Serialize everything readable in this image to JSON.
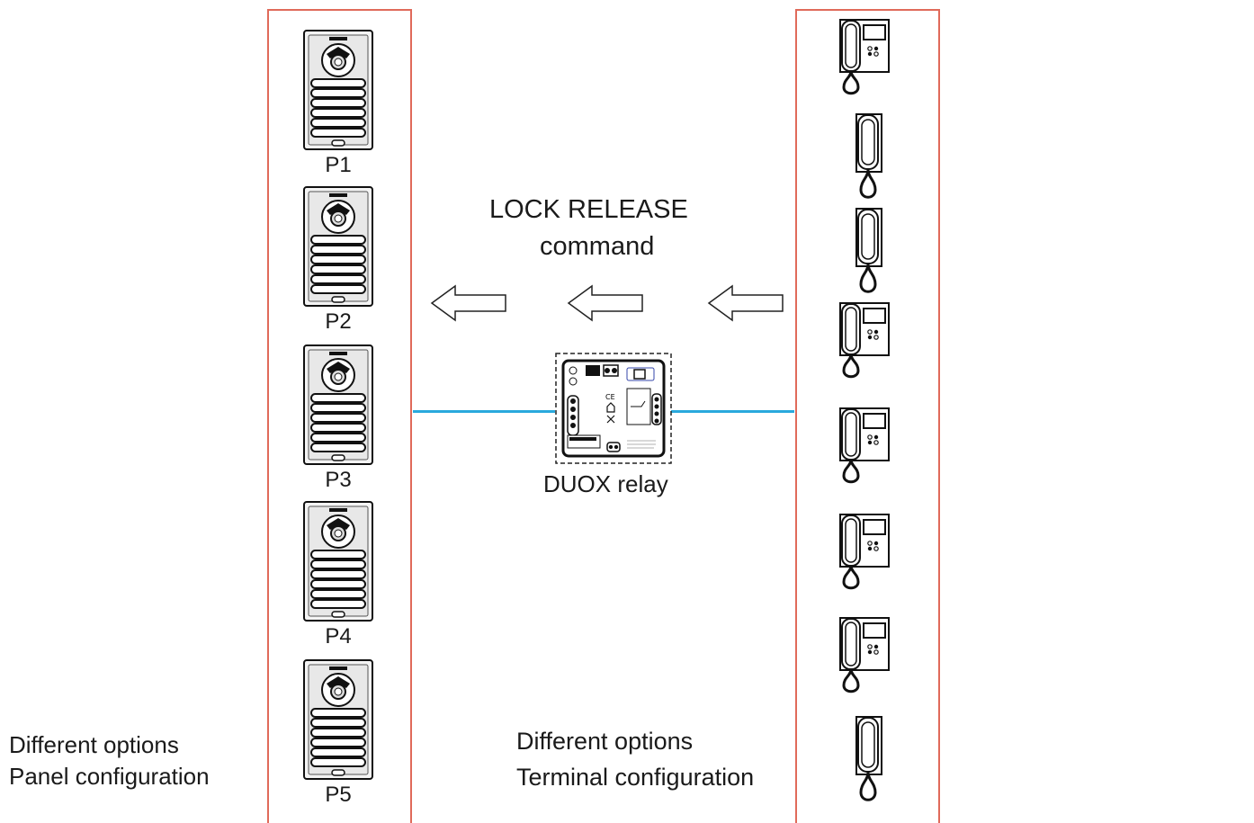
{
  "panels": [
    {
      "label": "P1",
      "icon": "door-panel-icon"
    },
    {
      "label": "P2",
      "icon": "door-panel-icon"
    },
    {
      "label": "P3",
      "icon": "door-panel-icon"
    },
    {
      "label": "P4",
      "icon": "door-panel-icon"
    },
    {
      "label": "P5",
      "icon": "door-panel-icon"
    }
  ],
  "terminals": [
    {
      "type": "video-monitor",
      "icon": "video-monitor-icon"
    },
    {
      "type": "telephone",
      "icon": "telephone-icon"
    },
    {
      "type": "telephone",
      "icon": "telephone-icon"
    },
    {
      "type": "video-monitor",
      "icon": "video-monitor-icon"
    },
    {
      "type": "video-monitor",
      "icon": "video-monitor-icon"
    },
    {
      "type": "video-monitor",
      "icon": "video-monitor-icon"
    },
    {
      "type": "video-monitor",
      "icon": "video-monitor-icon"
    },
    {
      "type": "telephone",
      "icon": "telephone-icon"
    }
  ],
  "command": {
    "line1": "LOCK RELEASE",
    "line2": "command"
  },
  "relay": {
    "label": "DUOX relay"
  },
  "left_caption": {
    "line1": "Different options",
    "line2": "Panel configuration"
  },
  "right_caption": {
    "line1": "Different options",
    "line2": "Terminal configuration"
  },
  "colors": {
    "column_border": "#e06a5a",
    "bus_line": "#29a9dd"
  }
}
